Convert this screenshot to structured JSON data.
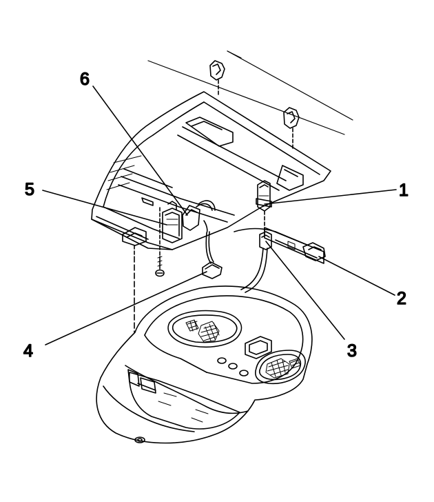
{
  "diagram": {
    "callouts": [
      {
        "id": "1",
        "label": "1"
      },
      {
        "id": "2",
        "label": "2"
      },
      {
        "id": "3",
        "label": "3"
      },
      {
        "id": "4",
        "label": "4"
      },
      {
        "id": "5",
        "label": "5"
      },
      {
        "id": "6",
        "label": "6"
      }
    ],
    "colors": {
      "ink": "#000000",
      "paper": "#ffffff"
    }
  }
}
